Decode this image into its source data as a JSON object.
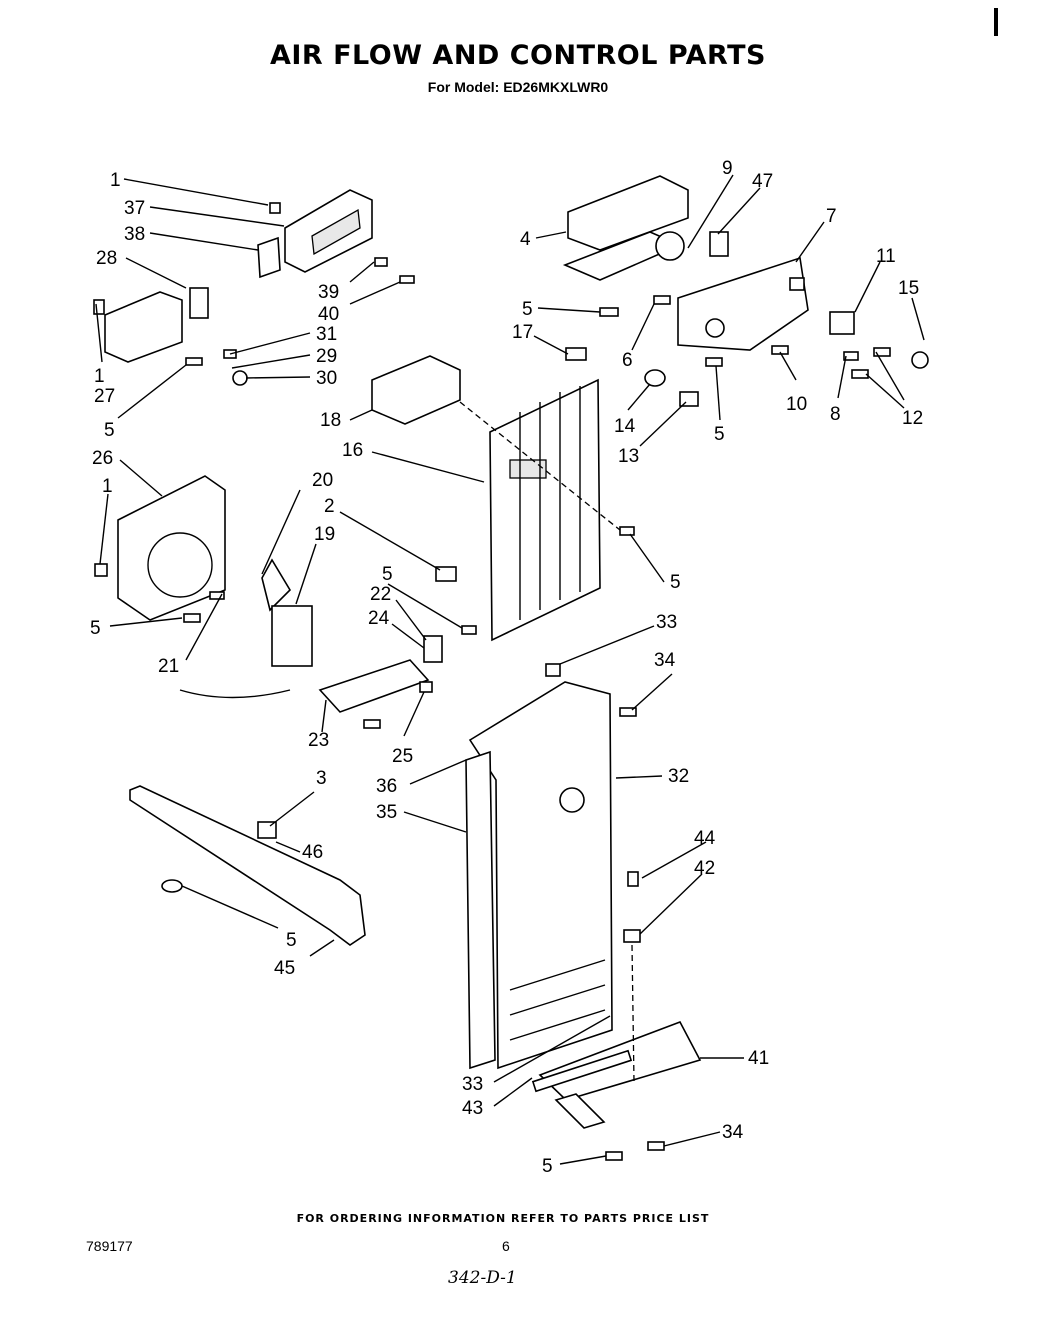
{
  "title": "AIR FLOW AND CONTROL PARTS",
  "subtitle": "For Model: ED26MKXLWR0",
  "footer_note": "FOR ORDERING INFORMATION REFER TO PARTS PRICE LIST",
  "doc_number": "789177",
  "page_number": "6",
  "handwritten_note": "342-D-1",
  "callouts": {
    "c1a": "1",
    "c37": "37",
    "c38": "38",
    "c28": "28",
    "c39": "39",
    "c40": "40",
    "c31": "31",
    "c29": "29",
    "c30": "30",
    "c1b": "1",
    "c27": "27",
    "c5a": "5",
    "c9": "9",
    "c47": "47",
    "c7": "7",
    "c4": "4",
    "c11": "11",
    "c15": "15",
    "c5b": "5",
    "c17": "17",
    "c6": "6",
    "c10": "10",
    "c8": "8",
    "c12": "12",
    "c14": "14",
    "c5c": "5",
    "c13": "13",
    "c18": "18",
    "c16": "16",
    "c26": "26",
    "c20": "20",
    "c2": "2",
    "c19": "19",
    "c1c": "1",
    "c5d": "5",
    "c21": "21",
    "c5e": "5",
    "c22": "22",
    "c24": "24",
    "c23": "23",
    "c25": "25",
    "c5f": "5",
    "c33a": "33",
    "c34a": "34",
    "c3": "3",
    "c46": "46",
    "c36": "36",
    "c32": "32",
    "c35": "35",
    "c5g": "5",
    "c45": "45",
    "c44": "44",
    "c42": "42",
    "c41": "41",
    "c33b": "33",
    "c43": "43",
    "c34b": "34",
    "c5h": "5"
  }
}
